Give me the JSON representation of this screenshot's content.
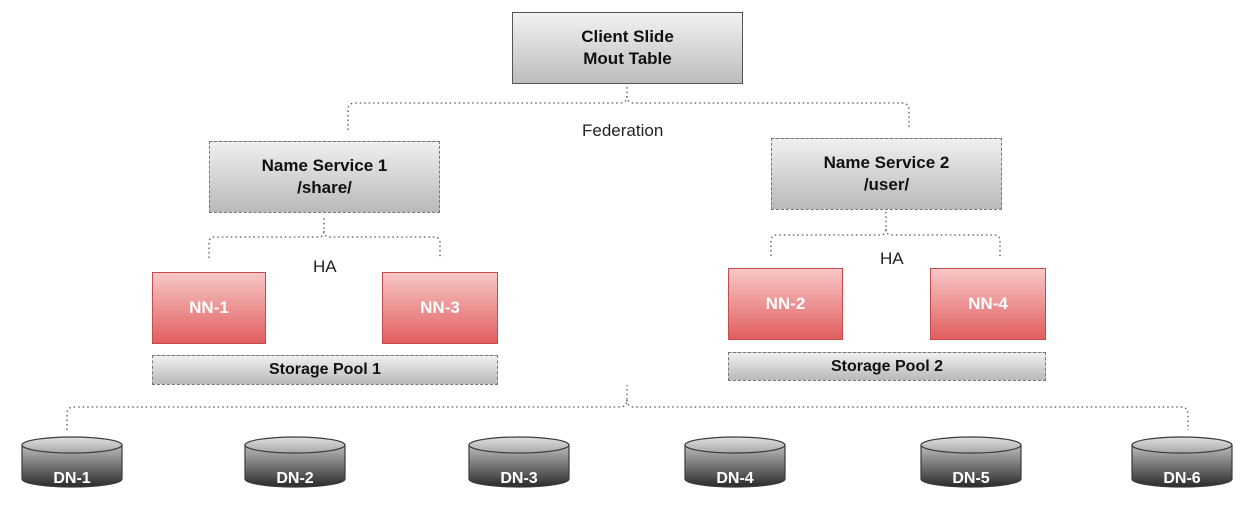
{
  "client": {
    "line1": "Client Slide",
    "line2": "Mout Table"
  },
  "federation_label": "Federation",
  "name_services": [
    {
      "title": "Name Service 1",
      "path": "/share/",
      "ha_label": "HA",
      "namenodes": [
        "NN-1",
        "NN-3"
      ],
      "pool": "Storage Pool 1"
    },
    {
      "title": "Name Service 2",
      "path": "/user/",
      "ha_label": "HA",
      "namenodes": [
        "NN-2",
        "NN-4"
      ],
      "pool": "Storage Pool 2"
    }
  ],
  "datanodes": [
    "DN-1",
    "DN-2",
    "DN-3",
    "DN-4",
    "DN-5",
    "DN-6"
  ],
  "colors": {
    "namenode": "#e15e5e",
    "datanode": "#4a4a4a",
    "box_grey": "#c9c9c9"
  }
}
